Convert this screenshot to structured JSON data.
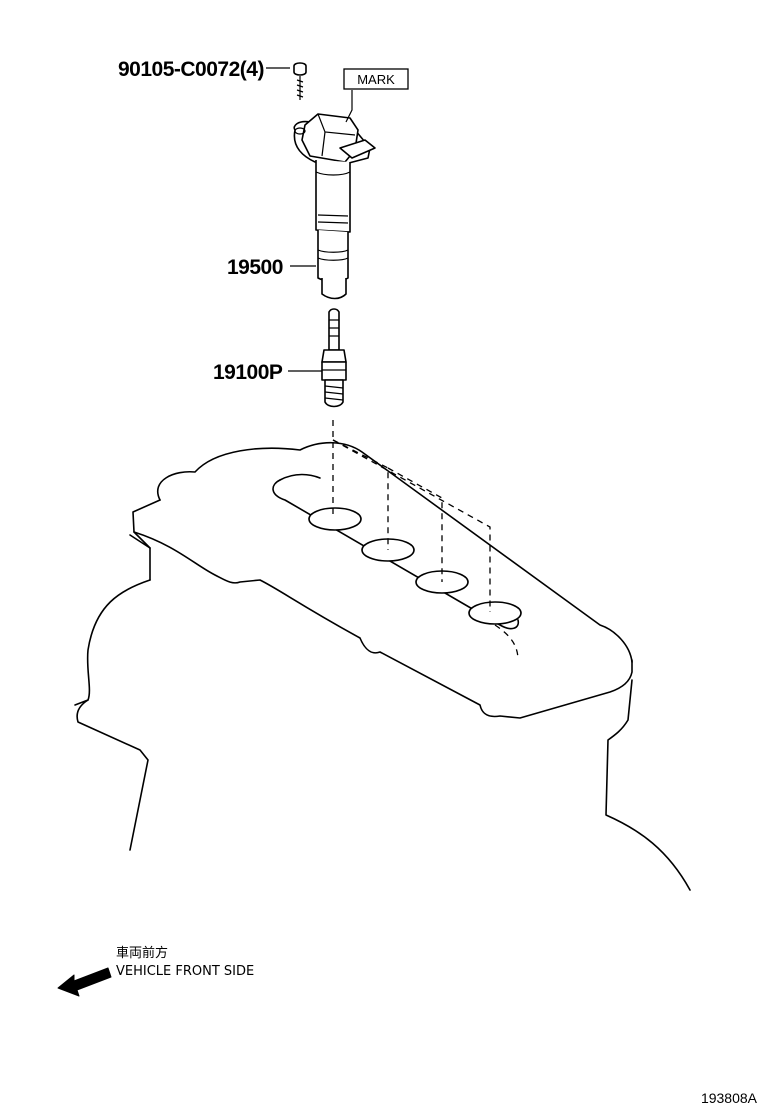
{
  "parts": {
    "bolt": {
      "number": "90105-C0072(4)"
    },
    "mark": {
      "text": "MARK"
    },
    "coil": {
      "number": "19500"
    },
    "plug": {
      "number": "19100P"
    }
  },
  "note": {
    "japanese": "車両前方",
    "english": "VEHICLE FRONT SIDE"
  },
  "figure_number": "193808A"
}
